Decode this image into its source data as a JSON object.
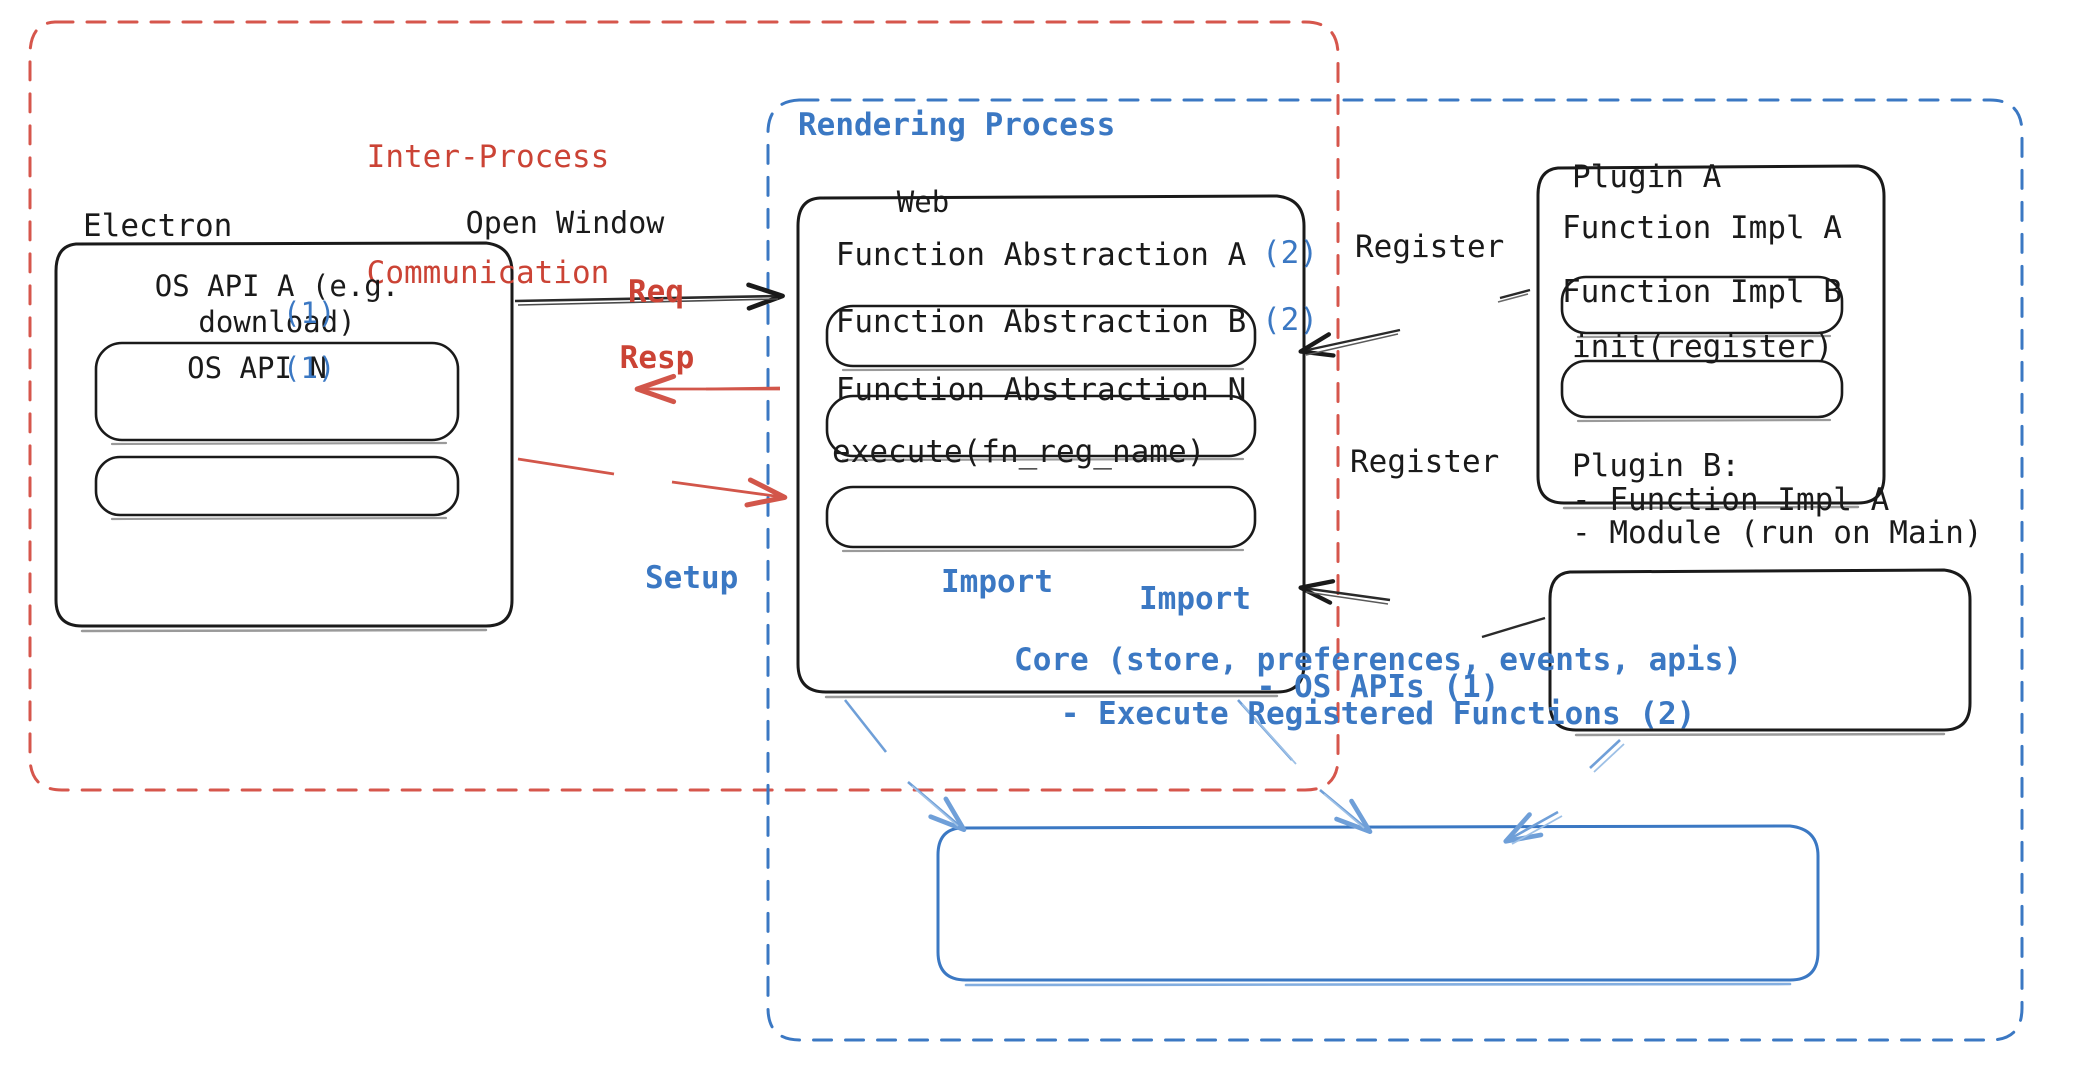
{
  "diagram": {
    "title_semantic": "electron-plugin-architecture-diagram",
    "colors": {
      "red": "#cb4335",
      "blue": "#3b78c3",
      "core_blue": "#4a85cc",
      "black": "#1a1a1a"
    }
  },
  "containers": {
    "ipc": {
      "label_line1": "Inter-Process",
      "label_line2": "Communication",
      "style": "red-dashed"
    },
    "rendering": {
      "label": "Rendering Process",
      "style": "blue-dashed"
    }
  },
  "electron": {
    "title": "Electron",
    "items": [
      {
        "label": "OS API A (e.g.\ndownload)",
        "marker": "(1)"
      },
      {
        "label": "OS API N",
        "marker": "(1)"
      }
    ]
  },
  "web": {
    "title": "Web",
    "items": [
      {
        "label": "Function Abstraction A",
        "marker": "(2)"
      },
      {
        "label": "Function Abstraction B",
        "marker": "(2)"
      },
      {
        "label": "Function Abstraction N",
        "marker": ""
      }
    ],
    "footer": "execute(fn_reg_name)"
  },
  "plugin_a": {
    "title": "Plugin A",
    "items": [
      "Function Impl A",
      "Function Impl B"
    ],
    "footer": "init(register)"
  },
  "plugin_b": {
    "title": "Plugin B:",
    "lines": [
      "- Function Impl A",
      "- Module (run on Main)"
    ]
  },
  "core": {
    "line1": "Core (store, preferences, events, apis)",
    "line2": "- OS APIs (1)",
    "line3": "- Execute Registered Functions (2)"
  },
  "arrows": {
    "open_window": "Open Window",
    "req": "Req",
    "resp": "Resp",
    "register_top": "Register",
    "register_bottom": "Register",
    "setup": "Setup",
    "import_left": "Import",
    "import_right": "Import"
  }
}
